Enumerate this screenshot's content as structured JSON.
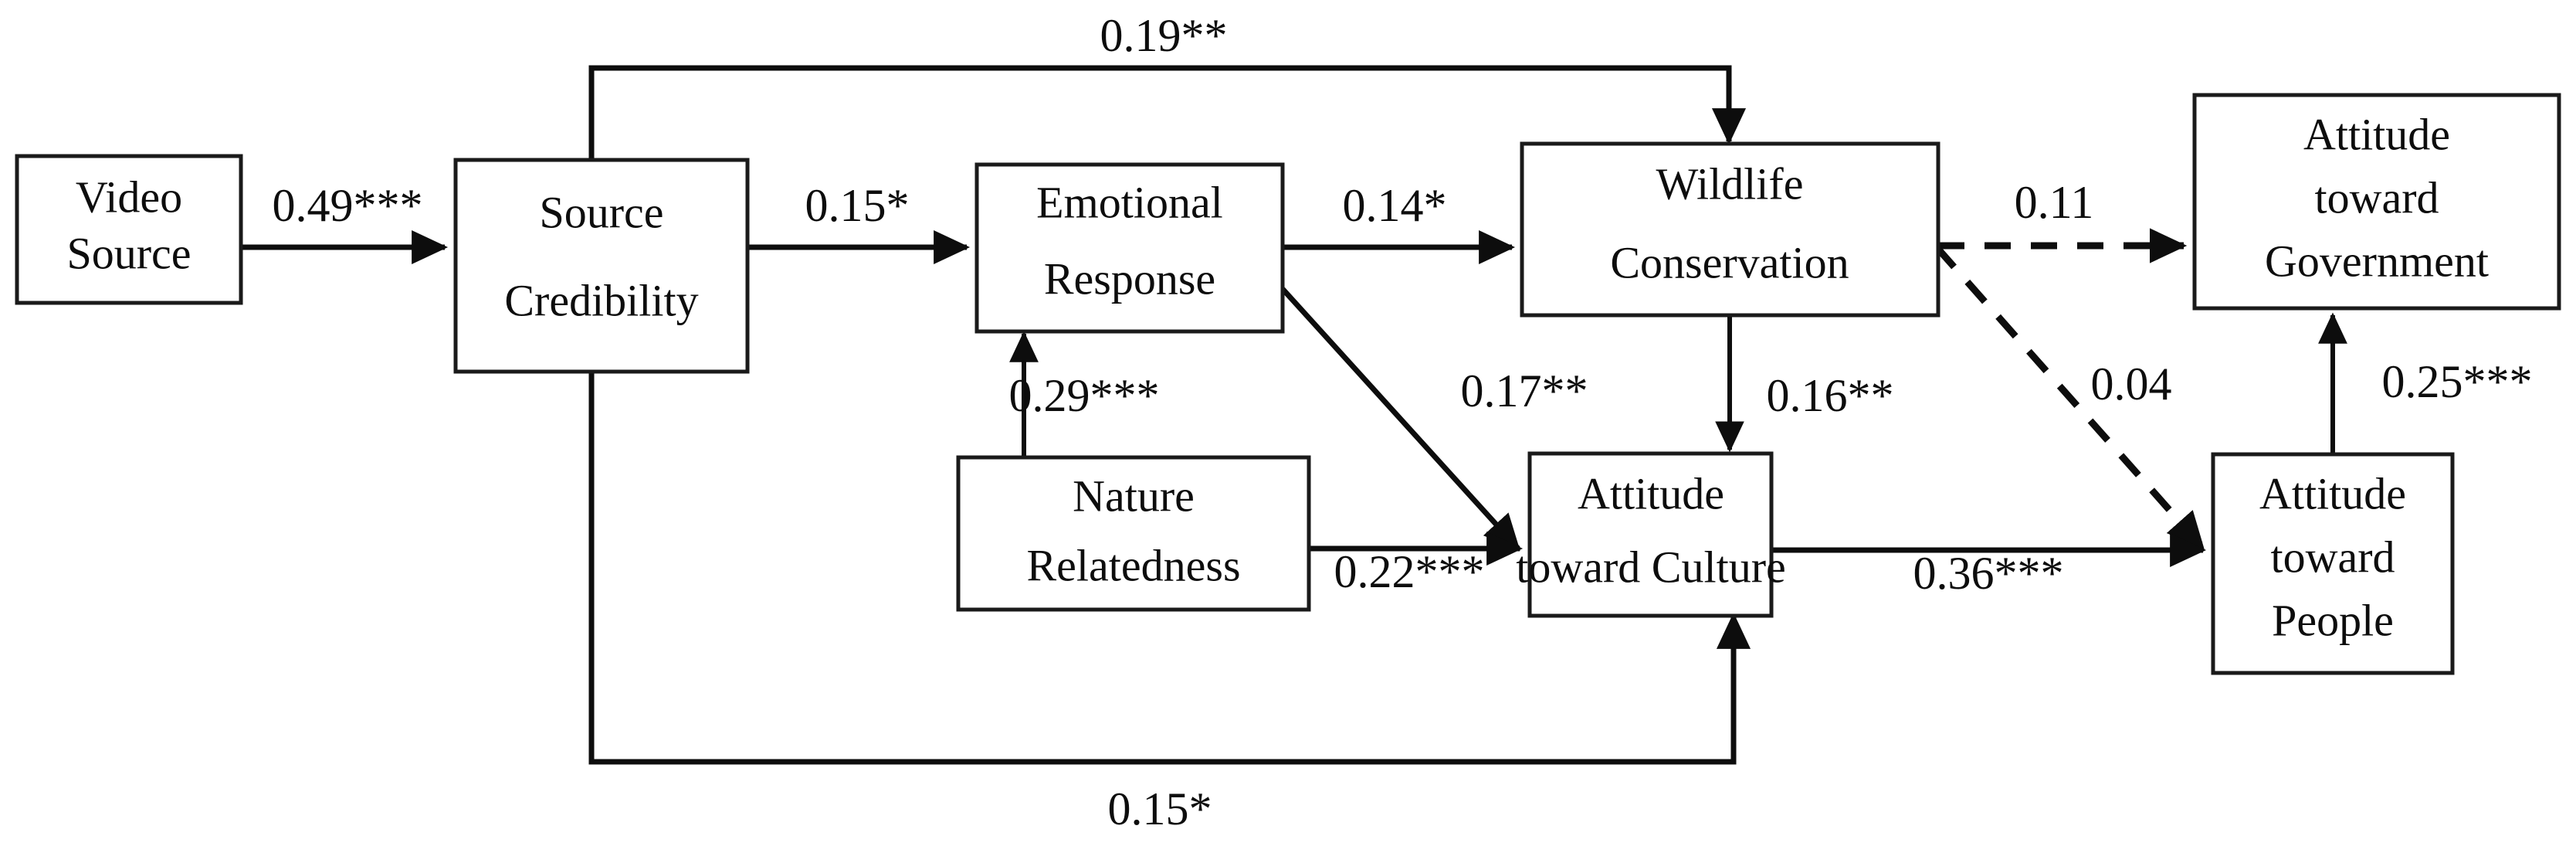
{
  "diagram": {
    "title": "Structural path model of video source effects on conservation attitudes",
    "type": "path-diagram",
    "background_color": "#ffffff",
    "line_color": "#0d0d0d",
    "box_fill": "#ffffff",
    "nodes": [
      {
        "id": "video_source",
        "label_line1": "Video",
        "label_line2": "Source",
        "label_line3": ""
      },
      {
        "id": "source_credibility",
        "label_line1": "Source",
        "label_line2": "Credibility",
        "label_line3": ""
      },
      {
        "id": "emotional_response",
        "label_line1": "Emotional",
        "label_line2": "Response",
        "label_line3": ""
      },
      {
        "id": "wildlife_conservation",
        "label_line1": "Wildlife",
        "label_line2": "Conservation",
        "label_line3": ""
      },
      {
        "id": "attitude_government",
        "label_line1": "Attitude",
        "label_line2": "toward",
        "label_line3": "Government"
      },
      {
        "id": "nature_relatedness",
        "label_line1": "Nature",
        "label_line2": "Relatedness",
        "label_line3": ""
      },
      {
        "id": "attitude_culture",
        "label_line1": "Attitude",
        "label_line2": "toward Culture",
        "label_line3": ""
      },
      {
        "id": "attitude_people",
        "label_line1": "Attitude",
        "label_line2": "toward",
        "label_line3": "People"
      }
    ],
    "edges": [
      {
        "id": "video_to_credibility",
        "coefficient": "0.49***",
        "style": "solid",
        "from": "video_source",
        "to": "source_credibility"
      },
      {
        "id": "credibility_to_emotional",
        "coefficient": "0.15*",
        "style": "solid",
        "from": "source_credibility",
        "to": "emotional_response"
      },
      {
        "id": "credibility_to_wildlife",
        "coefficient": "0.19**",
        "style": "solid",
        "from": "source_credibility",
        "to": "wildlife_conservation"
      },
      {
        "id": "credibility_to_culture",
        "coefficient": "0.15*",
        "style": "solid",
        "from": "source_credibility",
        "to": "attitude_culture"
      },
      {
        "id": "emotional_to_wildlife",
        "coefficient": "0.14*",
        "style": "solid",
        "from": "emotional_response",
        "to": "wildlife_conservation"
      },
      {
        "id": "emotional_to_culture",
        "coefficient": "0.17**",
        "style": "solid",
        "from": "emotional_response",
        "to": "attitude_culture"
      },
      {
        "id": "nature_to_emotional",
        "coefficient": "0.29***",
        "style": "solid",
        "from": "nature_relatedness",
        "to": "emotional_response"
      },
      {
        "id": "nature_to_culture",
        "coefficient": "0.22***",
        "style": "solid",
        "from": "nature_relatedness",
        "to": "attitude_culture"
      },
      {
        "id": "wildlife_to_culture",
        "coefficient": "0.16**",
        "style": "solid",
        "from": "wildlife_conservation",
        "to": "attitude_culture"
      },
      {
        "id": "wildlife_to_government",
        "coefficient": "0.11",
        "style": "dashed",
        "from": "wildlife_conservation",
        "to": "attitude_government"
      },
      {
        "id": "wildlife_to_people",
        "coefficient": "0.04",
        "style": "dashed",
        "from": "wildlife_conservation",
        "to": "attitude_people"
      },
      {
        "id": "culture_to_people",
        "coefficient": "0.36***",
        "style": "solid",
        "from": "attitude_culture",
        "to": "attitude_people"
      },
      {
        "id": "people_to_government",
        "coefficient": "0.25***",
        "style": "solid",
        "from": "attitude_people",
        "to": "attitude_government"
      }
    ]
  }
}
